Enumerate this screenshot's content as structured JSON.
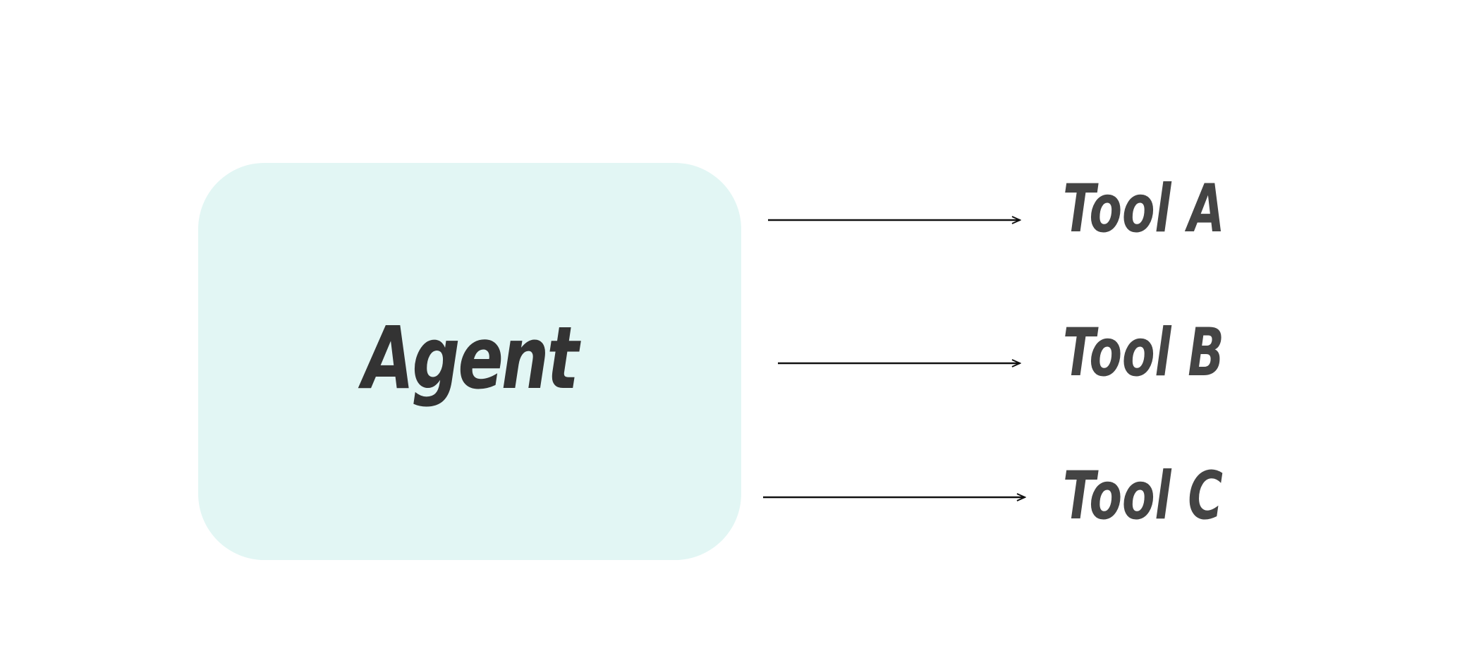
{
  "diagram": {
    "agent": {
      "label": "Agent",
      "fill": "#e2f6f4"
    },
    "tools": [
      {
        "label": "Tool A"
      },
      {
        "label": "Tool B"
      },
      {
        "label": "Tool C"
      }
    ],
    "arrow_color": "#111111"
  }
}
